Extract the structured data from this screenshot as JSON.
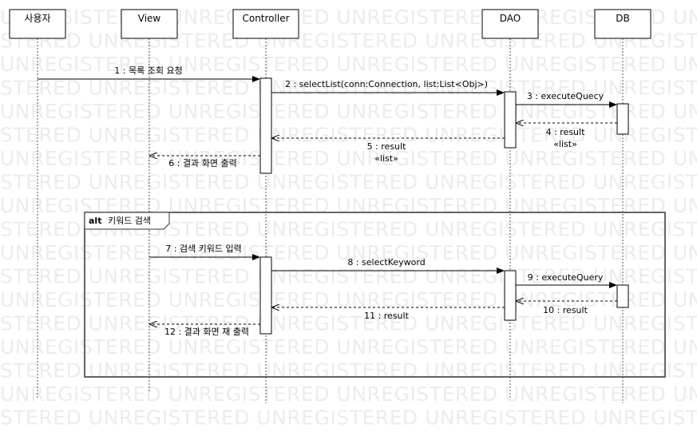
{
  "watermark": "UNREGISTERED",
  "participants": [
    {
      "id": "user",
      "label": "사용자"
    },
    {
      "id": "view",
      "label": "View"
    },
    {
      "id": "controller",
      "label": "Controller"
    },
    {
      "id": "dao",
      "label": "DAO"
    },
    {
      "id": "db",
      "label": "DB"
    }
  ],
  "messages": [
    {
      "id": "m1",
      "label": "1 : 목록 조회 요청",
      "kind": "sync"
    },
    {
      "id": "m2",
      "label": "2 : selectList(conn:Connection, list:List<Obj>)",
      "kind": "sync"
    },
    {
      "id": "m3",
      "label": "3 : executeQuecy",
      "kind": "sync"
    },
    {
      "id": "m4",
      "label": "4 : result",
      "sub": "«list»",
      "kind": "return"
    },
    {
      "id": "m5",
      "label": "5 : result",
      "sub": "«list»",
      "kind": "return"
    },
    {
      "id": "m6",
      "label": "6 : 결과 화면 출력",
      "kind": "return"
    },
    {
      "id": "m7",
      "label": "7 : 검색 키워드 입력",
      "kind": "sync"
    },
    {
      "id": "m8",
      "label": "8 : selectKeyword",
      "kind": "sync"
    },
    {
      "id": "m9",
      "label": "9 : executeQuery",
      "kind": "sync"
    },
    {
      "id": "m10",
      "label": "10 : result",
      "kind": "return"
    },
    {
      "id": "m11",
      "label": "11 : result",
      "kind": "return"
    },
    {
      "id": "m12",
      "label": "12 : 결과 화면 재 출력",
      "kind": "return"
    }
  ],
  "fragment": {
    "keyword": "alt",
    "condition": "키워드 검색"
  },
  "colors": {
    "line": "#000000",
    "lifeline": "#555555",
    "watermark": "#ececec",
    "background": "#ffffff"
  }
}
